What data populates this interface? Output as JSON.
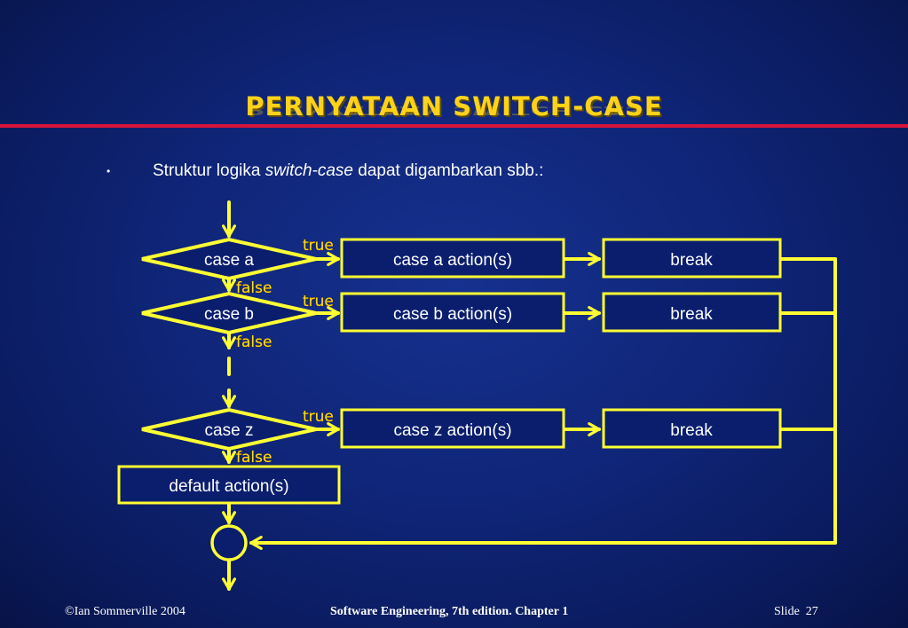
{
  "slide": {
    "title": "PERNYATAAN SWITCH-CASE",
    "bullet": "•",
    "intro_pre": "Struktur logika ",
    "intro_em": "switch-case",
    "intro_post": " dapat digambarkan sbb.:"
  },
  "flowchart": {
    "cases": [
      {
        "condition": "case a",
        "action": "case a action(s)",
        "break": "break",
        "true_label": "true",
        "false_label": "false"
      },
      {
        "condition": "case b",
        "action": "case b action(s)",
        "break": "break",
        "true_label": "true",
        "false_label": "false"
      },
      {
        "condition": "case z",
        "action": "case z action(s)",
        "break": "break",
        "true_label": "true",
        "false_label": "false"
      }
    ],
    "default_action": "default action(s)"
  },
  "footer": {
    "copyright": "©Ian Sommerville 2004",
    "book": "Software Engineering, 7th edition. Chapter 1",
    "slide_label": "Slide",
    "slide_number": "27"
  },
  "colors": {
    "background": "#0f2578",
    "accent_line": "#d8143a",
    "title": "#ffd21a",
    "connector": "#ffff33",
    "box_fill": "#0b1e6e"
  }
}
